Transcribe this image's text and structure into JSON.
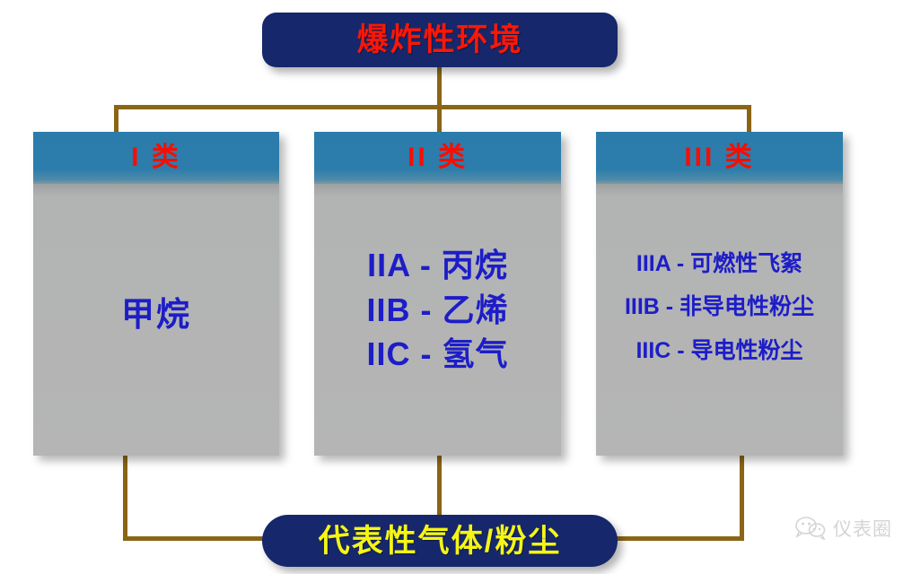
{
  "diagram": {
    "title_box": {
      "label": "爆炸性环境",
      "text_color": "#fb1707",
      "bg_color": "#16276b"
    },
    "footer_box": {
      "label": "代表性气体/粉尘",
      "text_color": "#f5f516",
      "bg_color": "#16276b"
    },
    "columns": [
      {
        "header": "I 类",
        "header_bg": "#2c7dac",
        "header_color": "#f90d02",
        "body_bg": "#b5b5b5",
        "entries": [
          "甲烷"
        ]
      },
      {
        "header": "II 类",
        "header_bg": "#2c7dac",
        "header_color": "#f90d02",
        "body_bg": "#b5b5b5",
        "entries": [
          "IIA - 丙烷",
          "IIB - 乙烯",
          "IIC - 氢气"
        ]
      },
      {
        "header": "III 类",
        "header_bg": "#2c7dac",
        "header_color": "#f90d02",
        "body_bg": "#b5b5b5",
        "entries": [
          "IIIA - 可燃性飞絮",
          "IIIB - 非导电性粉尘",
          "IIIC - 导电性粉尘"
        ]
      }
    ],
    "connector_color": "#8a6516"
  },
  "watermark": {
    "text": "仪表圈",
    "icon": "wechat-icon",
    "color": "#9a9a9a"
  }
}
